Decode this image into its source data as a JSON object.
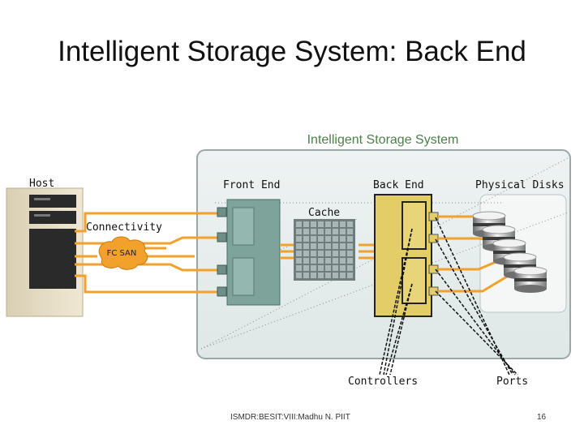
{
  "slide": {
    "title": "Intelligent Storage System: Back End",
    "footer_text": "ISMDR:BESIT:VIII:Madhu N. PIIT",
    "page_number": "16"
  },
  "diagram": {
    "system_label": "Intelligent Storage System",
    "host_label": "Host",
    "front_end_label": "Front End",
    "back_end_label": "Back End",
    "physical_disks_label": "Physical Disks",
    "cache_label": "Cache",
    "connectivity_label": "Connectivity",
    "san_label": "FC SAN",
    "controllers_label": "Controllers",
    "ports_label": "Ports"
  },
  "colors": {
    "cable": "#f2a12c",
    "system_box": "#e8efee",
    "system_title": "#4e7e4a",
    "back_end": "#e3cd66",
    "front_end": "#7da39a",
    "cache": "#a9b7b6",
    "san_cloud": "#f2a12c"
  }
}
